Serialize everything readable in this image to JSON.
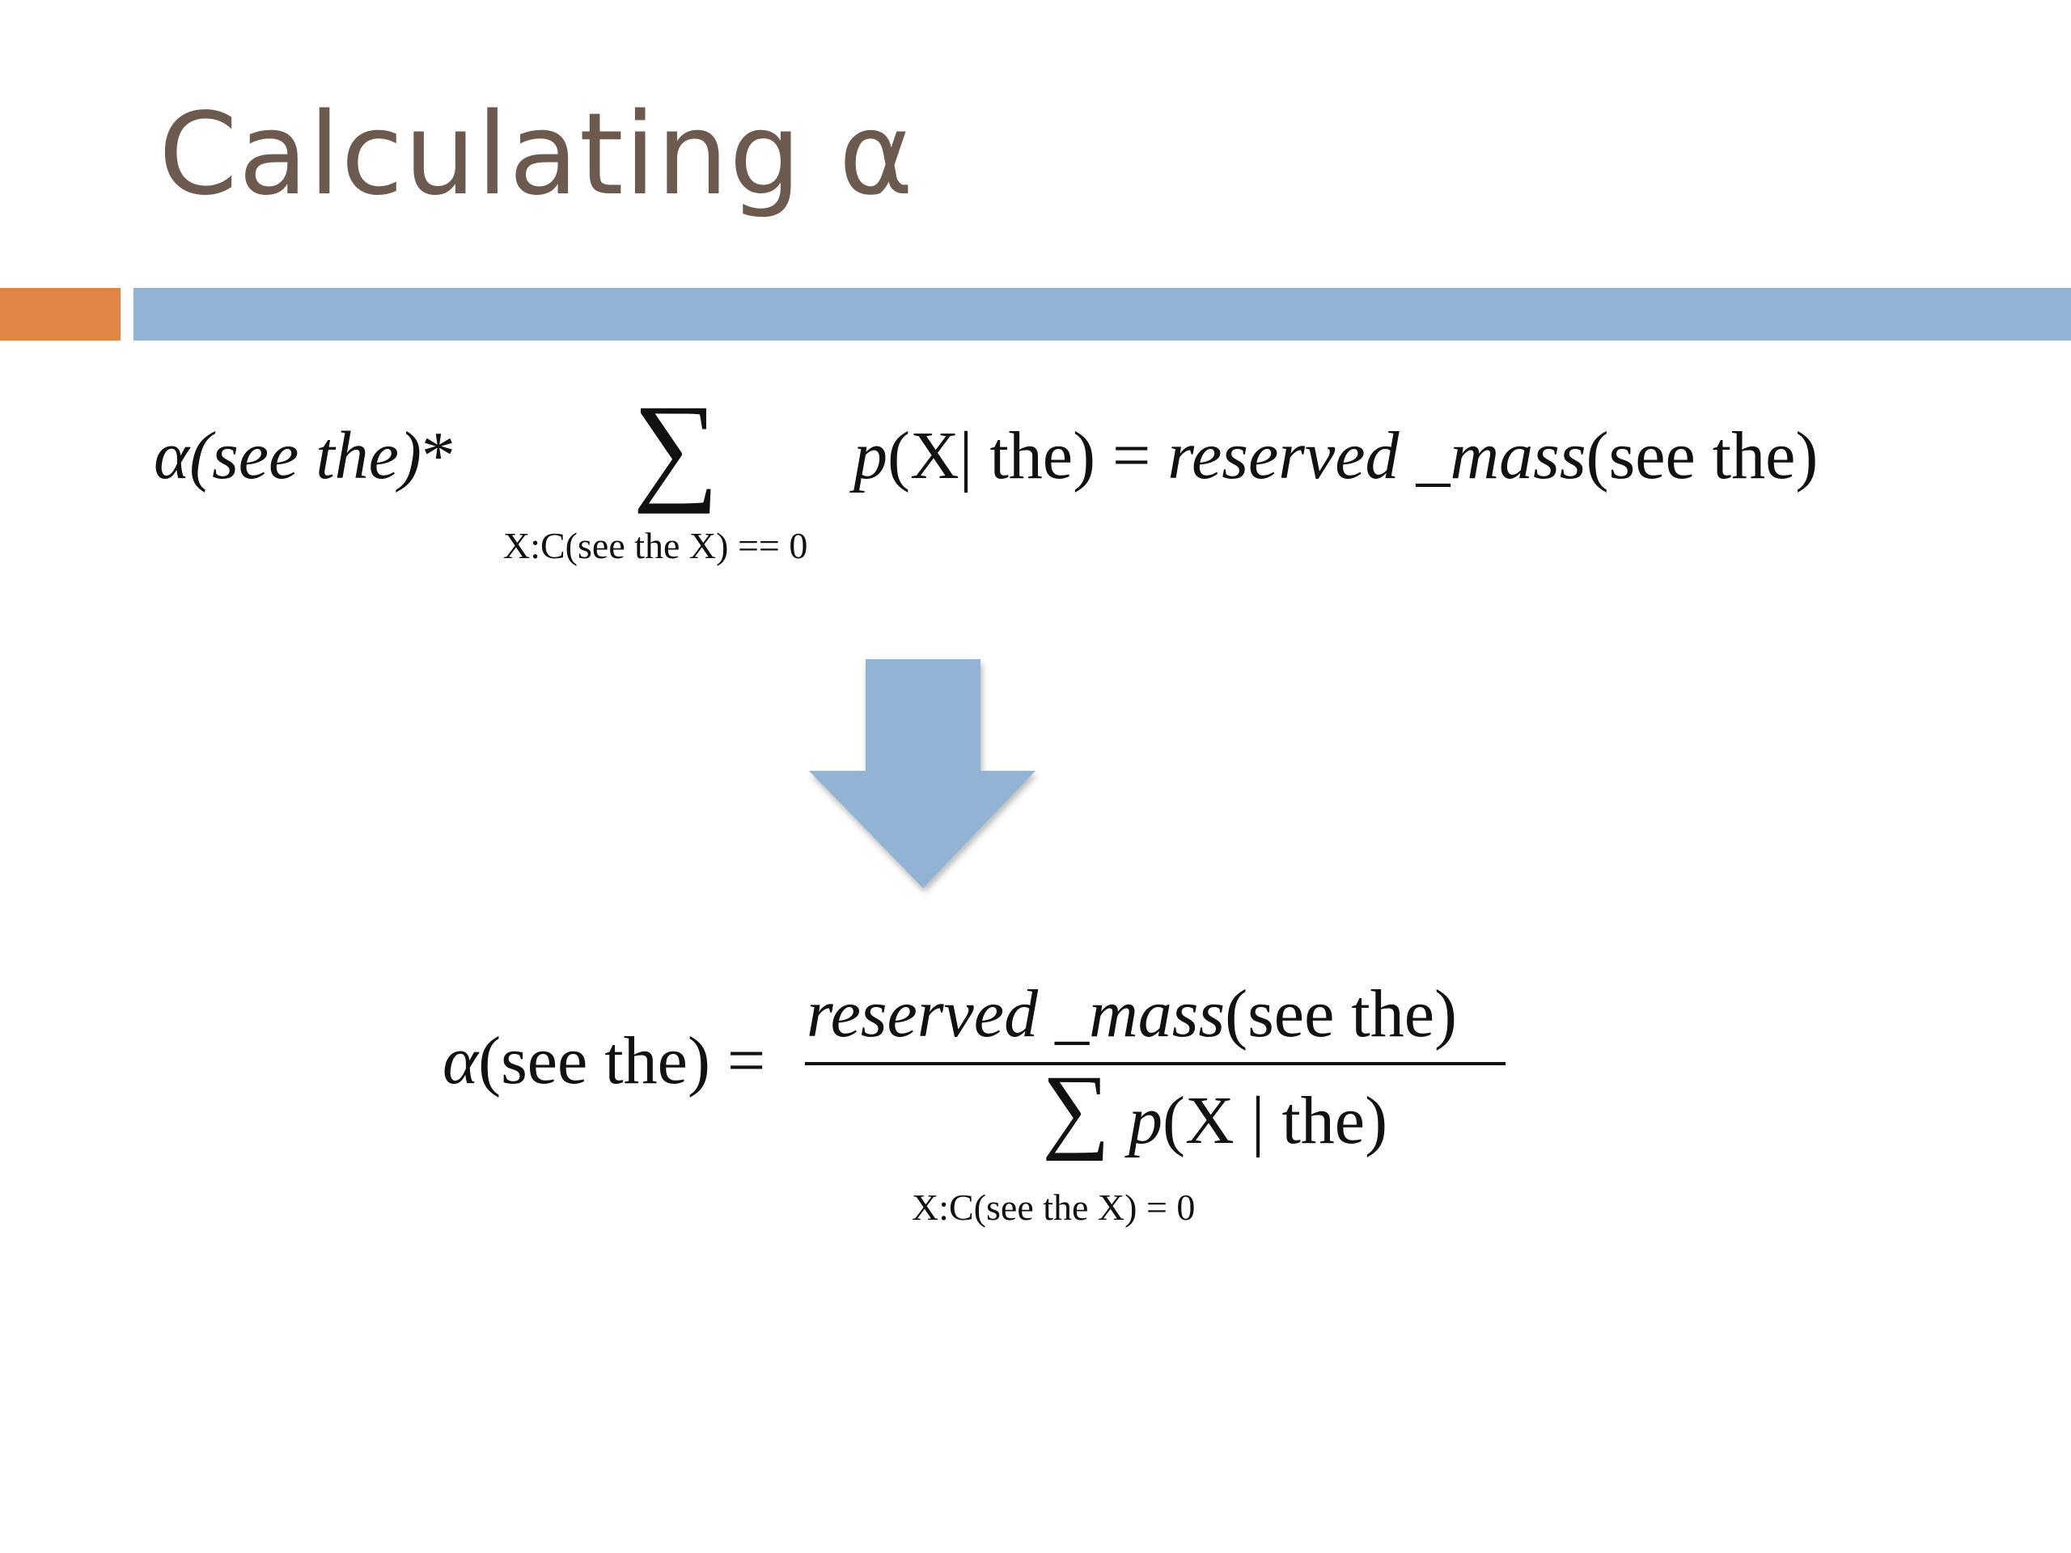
{
  "title": "Calculating α",
  "colors": {
    "title": "#6d5a4f",
    "accent_orange": "#e08447",
    "accent_blue": "#93b3d4",
    "arrow": "#93b3d4"
  },
  "equation1": {
    "left_alpha": "α",
    "left_args": "(see the)",
    "star": "*",
    "sigma": "∑",
    "subscript": "X:C(see the X) == 0",
    "p": "p",
    "p_args": "(X| the) = ",
    "reserved_mass": "reserved _mass",
    "reserved_args": "(see the)"
  },
  "arrow_icon": "down-arrow",
  "equation2": {
    "left_alpha": "α",
    "left_args": "(see the) =",
    "numerator_fn": "reserved _mass",
    "numerator_args": "(see the)",
    "sigma": "∑",
    "p": "p",
    "p_args": "(X | the)",
    "subscript": "X:C(see the X) = 0"
  }
}
